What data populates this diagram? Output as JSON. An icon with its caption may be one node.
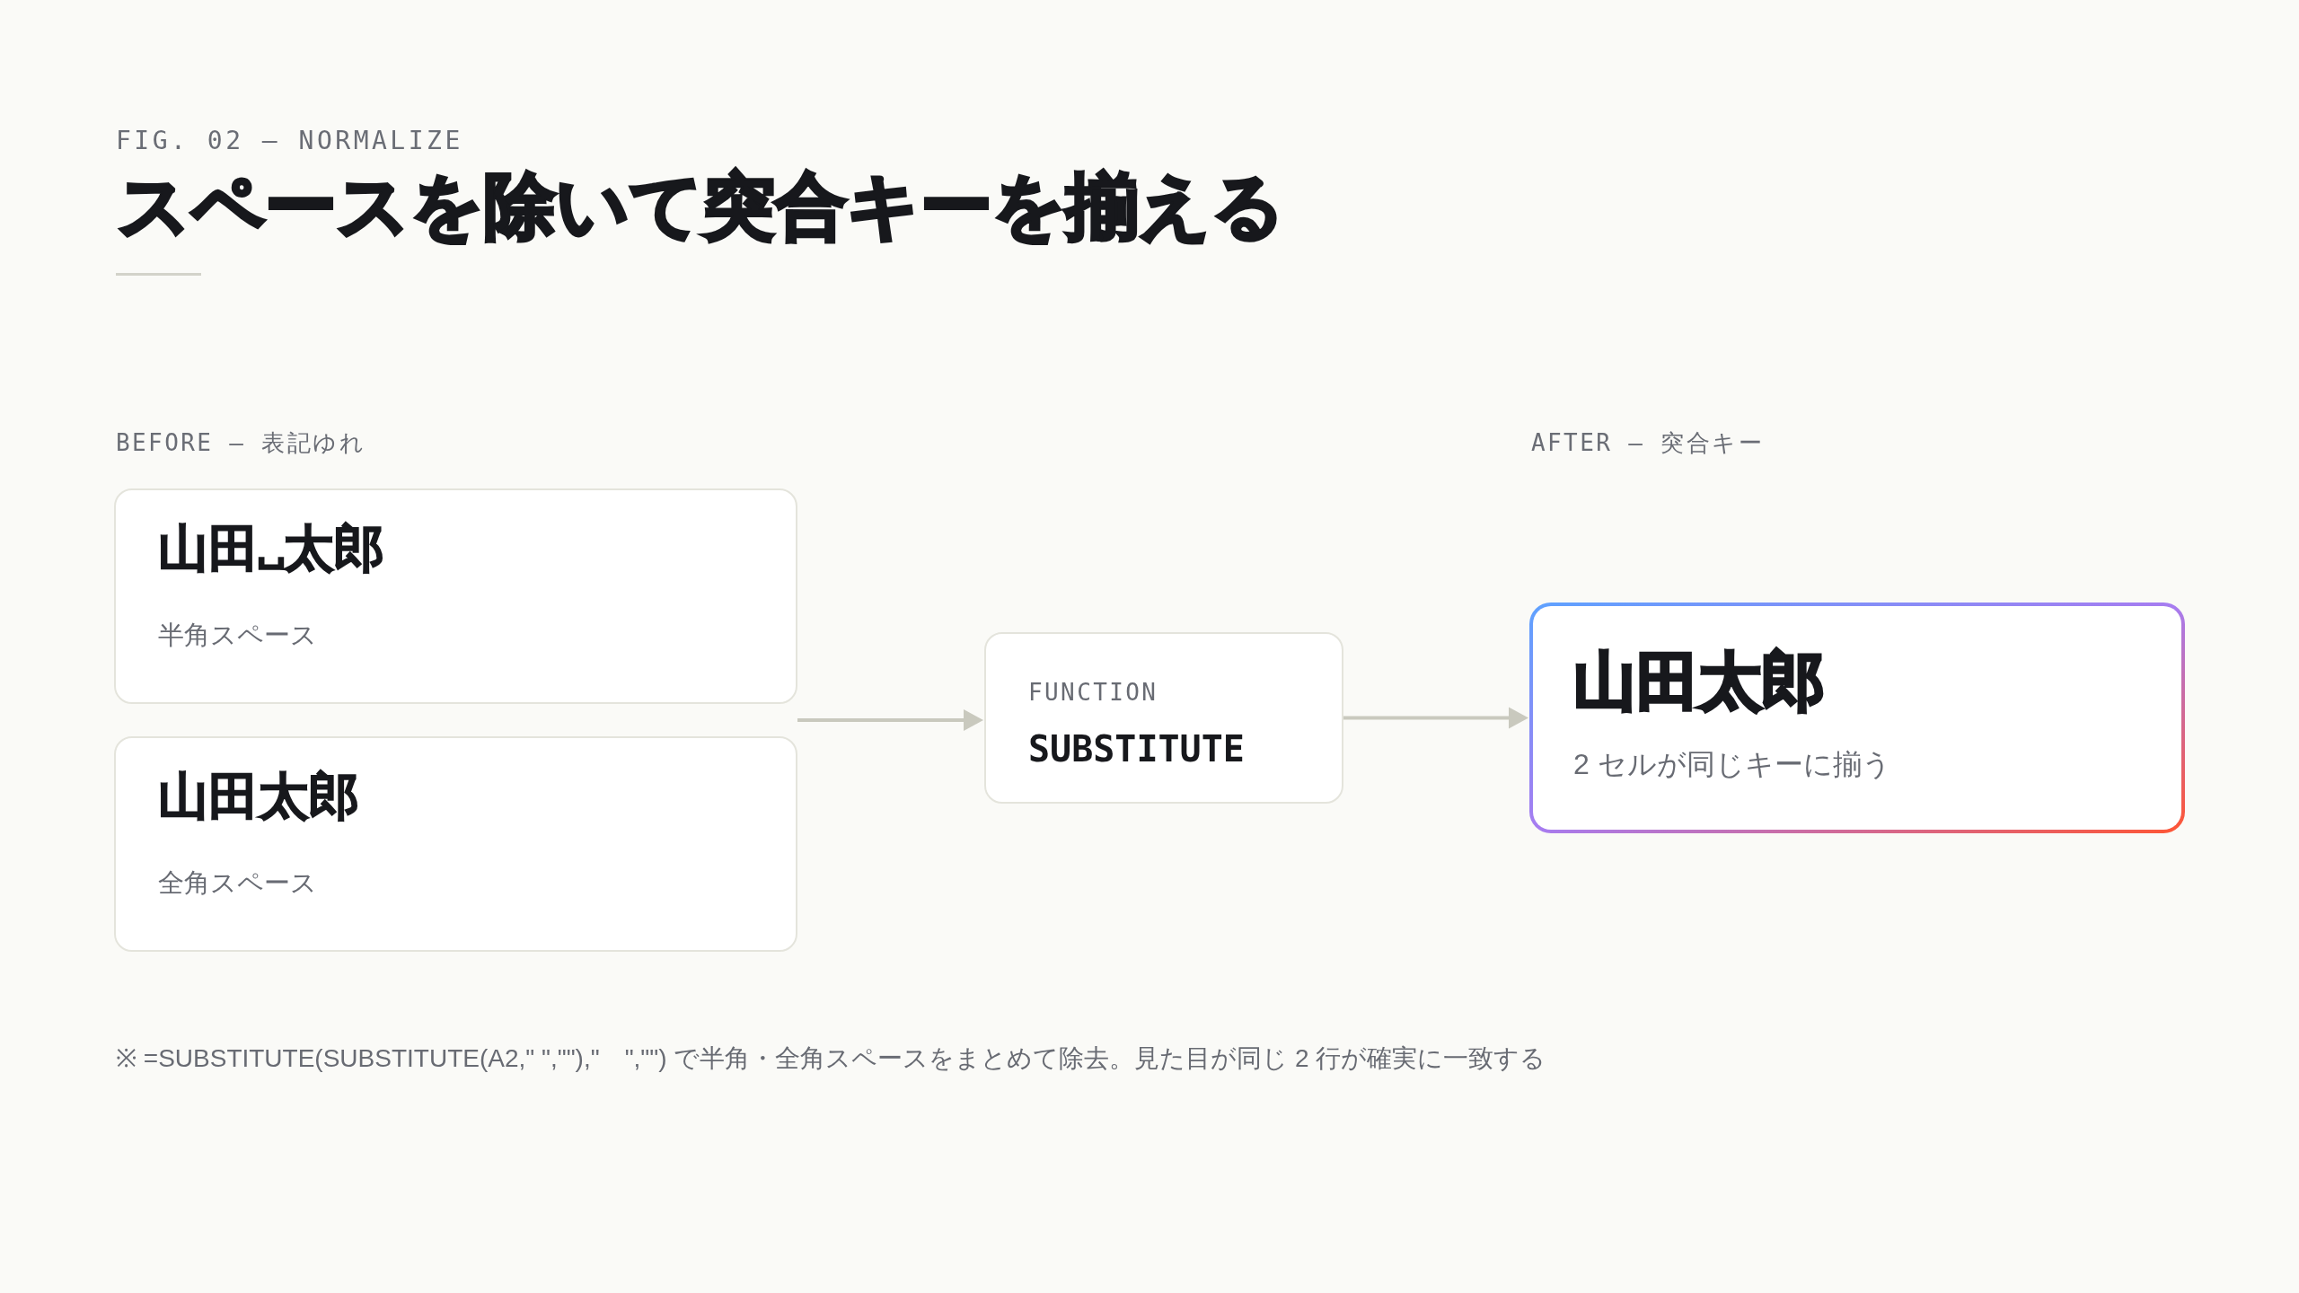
{
  "diagram": {
    "title": "スペースを除いて突合キーを揃える",
    "nodes": [
      {
        "text": [
          "山田␣太郎",
          "半角スペース"
        ]
      },
      {
        "text": [
          "山田太郎",
          "全角スペース"
        ]
      },
      {
        "text": [
          "FUNCTION",
          "SUBSTITUTE"
        ]
      },
      {
        "text": [
          "山田太郎",
          "2 セルが同じキーに揃う"
        ]
      }
    ],
    "edges": [
      {
        "from": 0,
        "to": 2,
        "arrow": "to"
      },
      {
        "from": 1,
        "to": 2,
        "arrow": "to"
      },
      {
        "from": 2,
        "to": 3,
        "arrow": "to"
      }
    ],
    "labels": [
      "FIG. 02 — NORMALIZE",
      "BEFORE — 表記ゆれ",
      "AFTER — 突合キー",
      "※ =SUBSTITUTE(SUBSTITUTE(A2,\" \",\"\"),\"　\",\"\") で半角・全角スペースをまとめて除去。見た目が同じ 2 行が確実に一致する"
    ]
  }
}
